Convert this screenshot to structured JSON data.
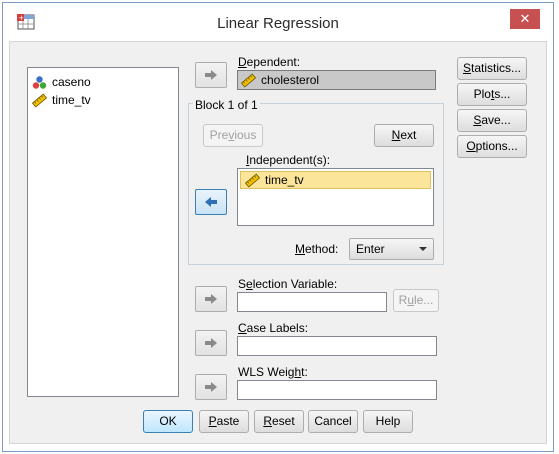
{
  "window": {
    "title": "Linear Regression",
    "close_symbol": "✕"
  },
  "variables": [
    {
      "name": "caseno",
      "icon": "nominal-icon"
    },
    {
      "name": "time_tv",
      "icon": "scale-ruler-icon"
    }
  ],
  "dependent": {
    "label_u": "D",
    "label_rest": "ependent:",
    "value": "cholesterol"
  },
  "block": {
    "label": "Block 1 of 1",
    "previous_u": "v",
    "previous_pre": "Pre",
    "previous_post": "ious",
    "next_u": "N",
    "next_rest": "ext"
  },
  "independent": {
    "label_u": "I",
    "label_rest": "ndependent(s):",
    "items": [
      "time_tv"
    ]
  },
  "method": {
    "label_u": "M",
    "label_rest": "ethod:",
    "value": "Enter"
  },
  "selection": {
    "label_pre": "S",
    "label_u": "e",
    "label_rest": "lection Variable:",
    "value": "",
    "rule_pre": "R",
    "rule_u": "u",
    "rule_post": "le..."
  },
  "case_labels": {
    "label_pre": "",
    "label_u": "C",
    "label_rest": "ase Labels:",
    "value": ""
  },
  "wls": {
    "label_pre": "WLS Weig",
    "label_u": "h",
    "label_rest": "t:",
    "value": ""
  },
  "side_buttons": [
    {
      "pre": "",
      "u": "S",
      "post": "tatistics..."
    },
    {
      "pre": "Plo",
      "u": "t",
      "post": "s..."
    },
    {
      "pre": "",
      "u": "S",
      "post": "ave..."
    },
    {
      "pre": "",
      "u": "O",
      "post": "ptions..."
    }
  ],
  "bottom_buttons": {
    "ok": "OK",
    "paste_u": "P",
    "paste_rest": "aste",
    "reset_u": "R",
    "reset_rest": "eset",
    "cancel": "Cancel",
    "help": "Help"
  },
  "colors": {
    "highlight": "#fbe59a",
    "close": "#c75050",
    "accent_border": "#3c7fb1"
  }
}
